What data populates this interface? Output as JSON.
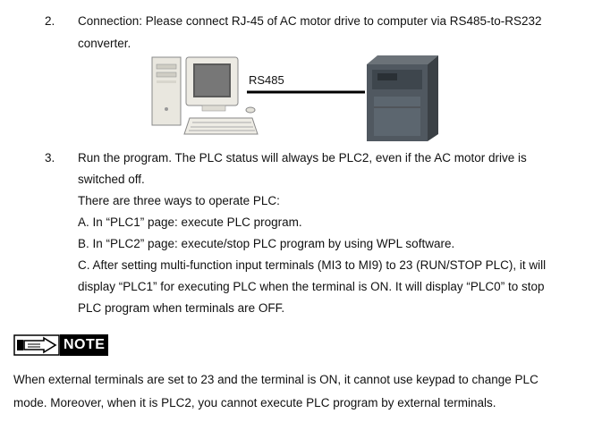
{
  "step2": {
    "number": "2.",
    "line1": "Connection: Please connect RJ-45 of AC motor drive to computer via RS485-to-RS232",
    "line2": "converter."
  },
  "diagram": {
    "link_label": "RS485"
  },
  "step3": {
    "number": "3.",
    "line1": "Run the program. The PLC status will always be PLC2, even if the AC motor drive is",
    "line2": "switched off.",
    "line3": "There are three ways to operate PLC:",
    "line4": "A. In “PLC1” page: execute PLC program.",
    "line5": "B. In “PLC2” page: execute/stop PLC program by using WPL software.",
    "line6": "C. After setting multi-function input terminals (MI3 to MI9) to 23 (RUN/STOP PLC), it will",
    "line7": "display “PLC1” for executing PLC when the terminal is ON. It will display “PLC0” to stop",
    "line8": "PLC program when terminals are OFF."
  },
  "note": {
    "label": "NOTE",
    "line1": "When external terminals are set to 23 and the terminal is ON, it cannot use keypad to change PLC",
    "line2": "mode. Moreover, when it is PLC2, you cannot execute PLC program by external terminals."
  }
}
